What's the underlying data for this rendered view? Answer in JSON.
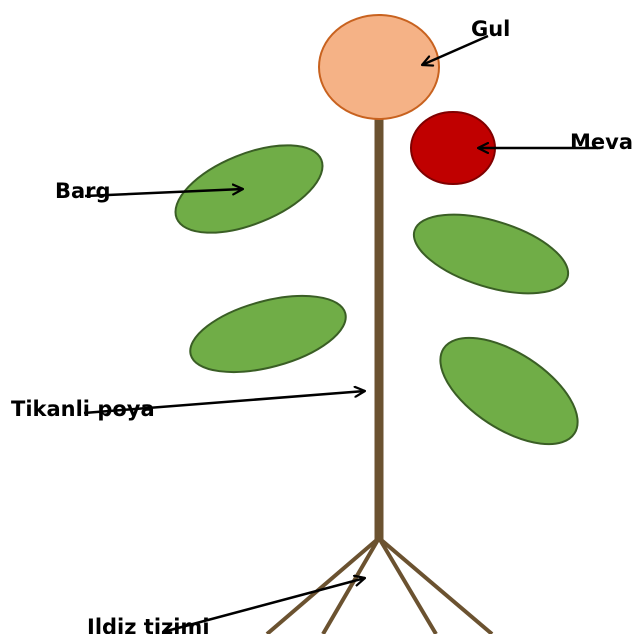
{
  "labels": {
    "flower": "Gul",
    "fruit": "Meva",
    "leaf": "Barg",
    "stem": "Tikanli poya",
    "root": "Ildiz tizimi"
  },
  "colors": {
    "flower_fill": "#f5b286",
    "flower_stroke": "#c8621f",
    "fruit_fill": "#c00000",
    "fruit_stroke": "#800000",
    "leaf_fill": "#70ad47",
    "leaf_stroke": "#3a5e25",
    "stem": "#6b5230",
    "arrow": "#000000"
  }
}
